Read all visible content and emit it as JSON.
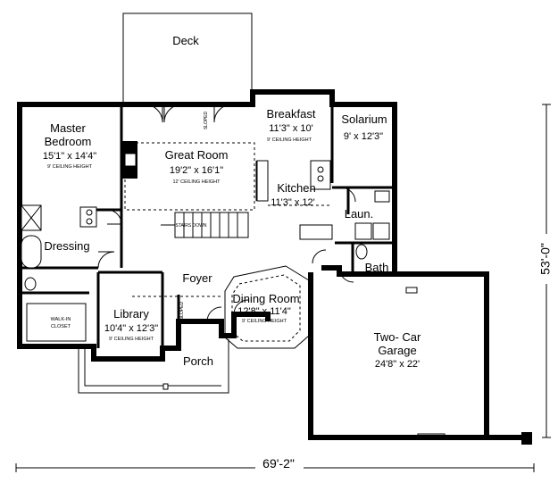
{
  "rooms": {
    "deck": {
      "name": "Deck"
    },
    "master": {
      "name1": "Master",
      "name2": "Bedroom",
      "dim": "15'1\" x 14'4\"",
      "ceiling": "9' CEILING HEIGHT"
    },
    "great": {
      "name": "Great Room",
      "dim": "19'2\" x 16'1\"",
      "ceiling": "12' CEILING HEIGHT"
    },
    "breakfast": {
      "name": "Breakfast",
      "dim": "11'3\" x 10'",
      "ceiling": "9' CEILING HEIGHT"
    },
    "solarium": {
      "name": "Solarium",
      "dim": "9' x 12'3\""
    },
    "kitchen": {
      "name": "Kitchen",
      "dim": "11'3\" x  12'"
    },
    "laundry": {
      "name": "Laun."
    },
    "bath": {
      "name": "Bath"
    },
    "dressing": {
      "name": "Dressing"
    },
    "walkin": {
      "line1": "WALK-IN",
      "line2": "CLOSET"
    },
    "foyer": {
      "name": "Foyer"
    },
    "library": {
      "name": "Library",
      "dim": "10'4\" x 12'3\"",
      "ceiling": "9' CEILING HEIGHT"
    },
    "dining": {
      "name": "Dining Room",
      "dim": "12'8\" x 11'4\"",
      "ceiling": "9' CEILING HEIGHT"
    },
    "garage": {
      "name1": "Two- Car",
      "name2": "Garage",
      "dim": "24'8\" x 22'"
    },
    "porch": {
      "name": "Porch"
    }
  },
  "notes": {
    "stairs": "STAIRS DOWN",
    "sloped": "SLOPED"
  },
  "dimensions": {
    "width": "69'-2\"",
    "depth": "53'-0\""
  }
}
